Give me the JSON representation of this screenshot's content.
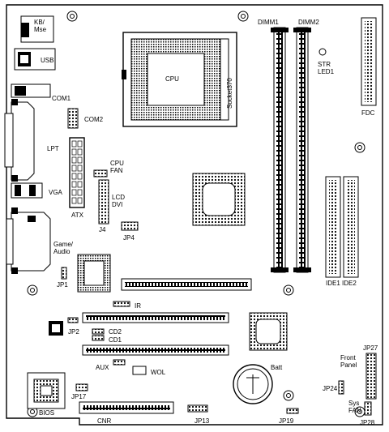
{
  "labels": {
    "kb_mse": "KB/\nMse",
    "usb": "USB",
    "com1": "COM1",
    "com2": "COM2",
    "lpt": "LPT",
    "vga": "VGA",
    "atx": "ATX",
    "cpu_fan": "CPU\nFAN",
    "lcd_dvi": "LCD\nDVI",
    "j4": "J4",
    "jp4": "JP4",
    "game_audio": "Game/\nAudio",
    "jp1": "JP1",
    "cpu": "CPU",
    "socket": "Socket370",
    "dimm1": "DIMM1",
    "dimm2": "DIMM2",
    "str_led1": "STR\nLED1",
    "fdc": "FDC",
    "ide": "IDE1 IDE2",
    "ir": "IR",
    "jp2": "JP2",
    "cd2": "CD2",
    "cd1": "CD1",
    "aux": "AUX",
    "wol": "WOL",
    "batt": "Batt",
    "jp27": "JP27",
    "front_panel": "Front\nPanel",
    "jp24": "JP24",
    "sys_fan": "Sys\nFAN",
    "jp28": "JP28",
    "jp17": "JP17",
    "bios": "BIOS",
    "cnr": "CNR",
    "jp13": "JP13",
    "jp19": "JP19"
  }
}
